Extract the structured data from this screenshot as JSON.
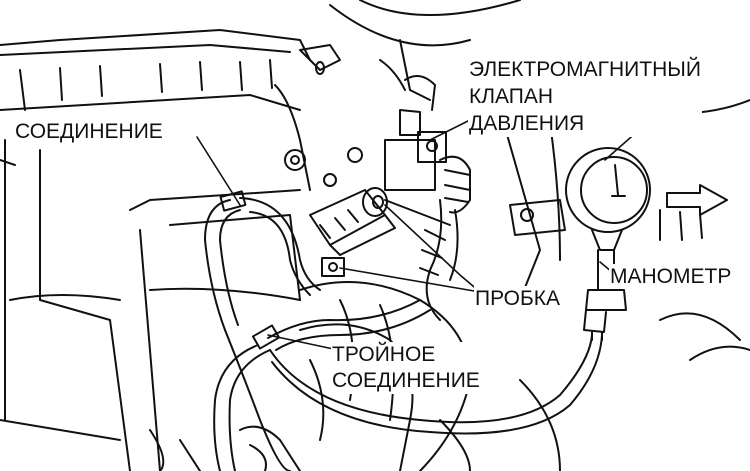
{
  "labels": {
    "solenoid_valve": [
      "ЭЛЕКТРОМАГНИТНЫЙ",
      "КЛАПАН",
      "ДАВЛЕНИЯ"
    ],
    "connection": "СОЕДИНЕНИЕ",
    "plug": "ПРОБКА",
    "pressure_gauge": "МАНОМЕТР",
    "tee_fitting": [
      "ТРОЙНОЕ",
      "СОЕДИНЕНИЕ"
    ]
  },
  "colors": {
    "ink": "#111111",
    "background": "#ffffff"
  },
  "icons": [
    "pressure-gauge-icon",
    "arrow-right-icon"
  ]
}
